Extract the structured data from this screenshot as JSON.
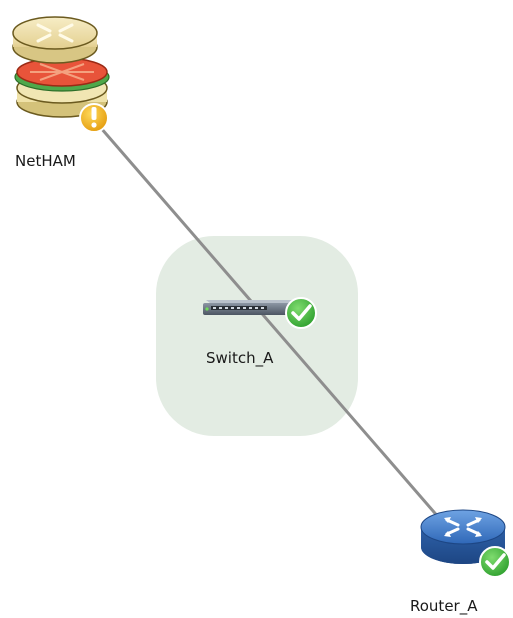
{
  "diagram": {
    "nodes": [
      {
        "id": "netham",
        "label": "NetHAM",
        "type": "router-ham",
        "status": "warning",
        "status_icon": "exclamation-icon"
      },
      {
        "id": "switch_a",
        "label": "Switch_A",
        "type": "switch",
        "status": "ok",
        "status_icon": "check-icon"
      },
      {
        "id": "router_a",
        "label": "Router_A",
        "type": "router",
        "status": "ok",
        "status_icon": "check-icon"
      }
    ],
    "links": [
      {
        "from": "netham",
        "to": "router_a",
        "color": "#8e8e8e"
      }
    ],
    "colors": {
      "link": "#8e8e8e",
      "switch_highlight": "#e3ece3",
      "status_ok": "#3cb53c",
      "status_warning": "#f3b21c",
      "router_blue": "#3b78c6"
    }
  }
}
